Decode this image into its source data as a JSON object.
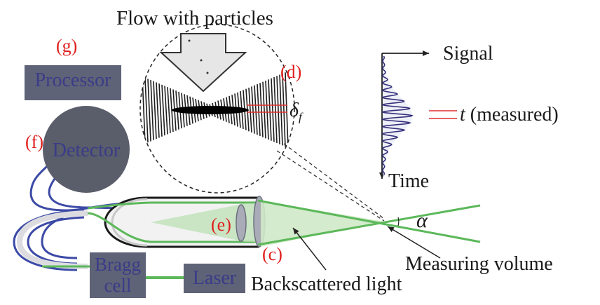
{
  "labels": {
    "flow": "Flow with particles",
    "g": "(g)",
    "processor": "Processor",
    "d": "(d)",
    "delta": "δ",
    "delta_sub": "f",
    "f": "(f)",
    "detector": "Detector",
    "signal": "Signal",
    "time": "Time",
    "t_var": "t",
    "t_note": "(measured)",
    "e": "(e)",
    "c": "(c)",
    "alpha": "α",
    "measuring_volume": "Measuring volume",
    "bragg_line1": "Bragg",
    "bragg_line2": "cell",
    "laser": "Laser",
    "backscattered": "Backscattered light"
  },
  "colors": {
    "fiber": "#3c4aa6",
    "beam": "#5cb85a",
    "beam_fill": "#b8e0b0",
    "box_fill": "#5f6377",
    "box_text": "#3a3c88",
    "detector_fill": "#5a5d6a",
    "label_red": "#e02020",
    "signal_wave": "#34307a",
    "measured_lines": "#e03030"
  }
}
